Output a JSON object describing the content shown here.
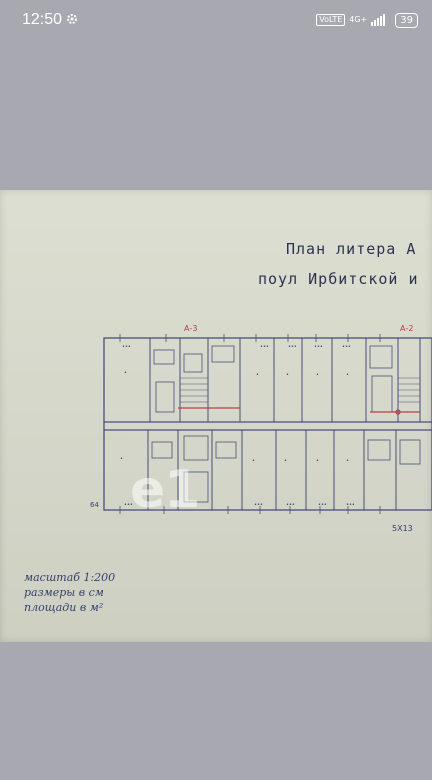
{
  "status_bar": {
    "time": "12:50",
    "volte": "VoLTE",
    "network": "4G+",
    "battery": "39"
  },
  "document": {
    "title_line1": "План литера А",
    "title_line2": "поул Ирбитской и",
    "legend": [
      "масштаб 1:200",
      "размеры в см",
      "площади в м²"
    ],
    "marks": {
      "a3": "А-3",
      "a2": "А-2",
      "corner_number": "5Х13",
      "left_number": "64"
    },
    "watermark": "e1"
  },
  "colors": {
    "background": "#a7a8b0",
    "paper": "#d8dbcc",
    "ink": "#3a3f6a",
    "red_ink": "#b3404a"
  }
}
